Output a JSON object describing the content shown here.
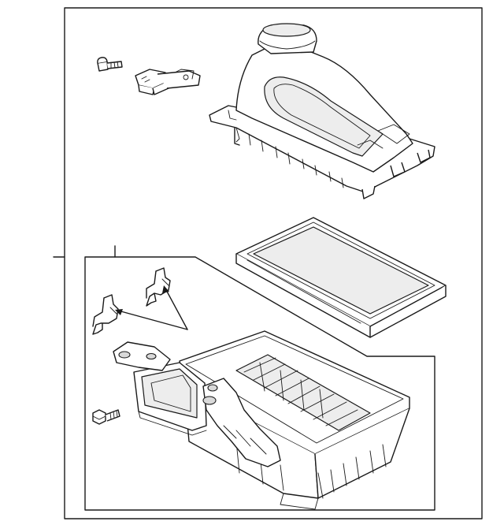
{
  "diagram": {
    "parts": [
      {
        "id": "cover",
        "icon": "air-cleaner-cover-icon"
      },
      {
        "id": "maf-sensor",
        "icon": "mass-airflow-sensor-icon"
      },
      {
        "id": "maf-screw",
        "icon": "screw-icon"
      },
      {
        "id": "filter",
        "icon": "air-filter-element-icon"
      },
      {
        "id": "lower-housing",
        "icon": "air-cleaner-housing-icon"
      },
      {
        "id": "clip-upper",
        "icon": "retaining-clip-icon"
      },
      {
        "id": "clip-lower",
        "icon": "retaining-clip-icon"
      },
      {
        "id": "bolt",
        "icon": "bolt-icon"
      }
    ],
    "colors": {
      "line": "#1a1a1a",
      "background": "#ffffff",
      "shade": "#ededed"
    }
  }
}
